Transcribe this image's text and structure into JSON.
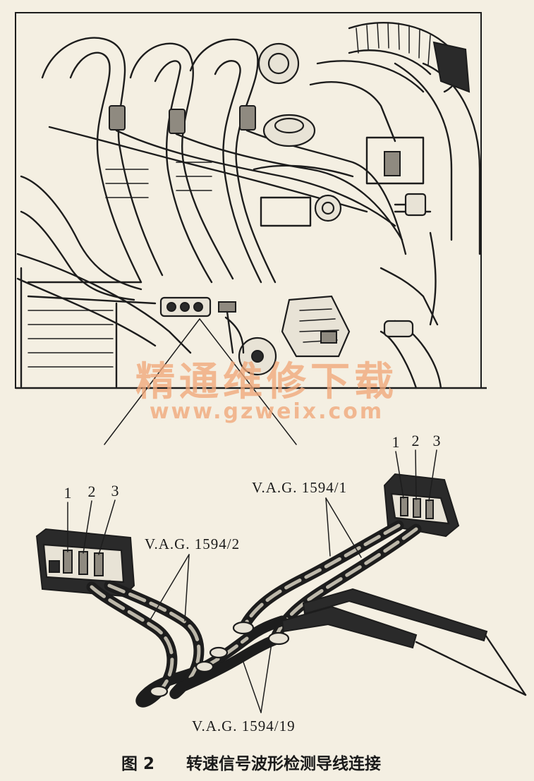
{
  "connector_left": {
    "pins": [
      "1",
      "2",
      "3"
    ]
  },
  "connector_right": {
    "pins": [
      "1",
      "2",
      "3"
    ]
  },
  "leads": {
    "lead_1": "V.A.G. 1594/1",
    "lead_2": "V.A.G. 1594/2",
    "lead_19": "V.A.G. 1594/19"
  },
  "watermark": {
    "chinese": "精通维修下载",
    "url": "www.gzweix.com",
    "color": "#f0a678"
  },
  "caption": {
    "figure_no": "图 2",
    "title": "转速信号波形检测导线连接"
  }
}
